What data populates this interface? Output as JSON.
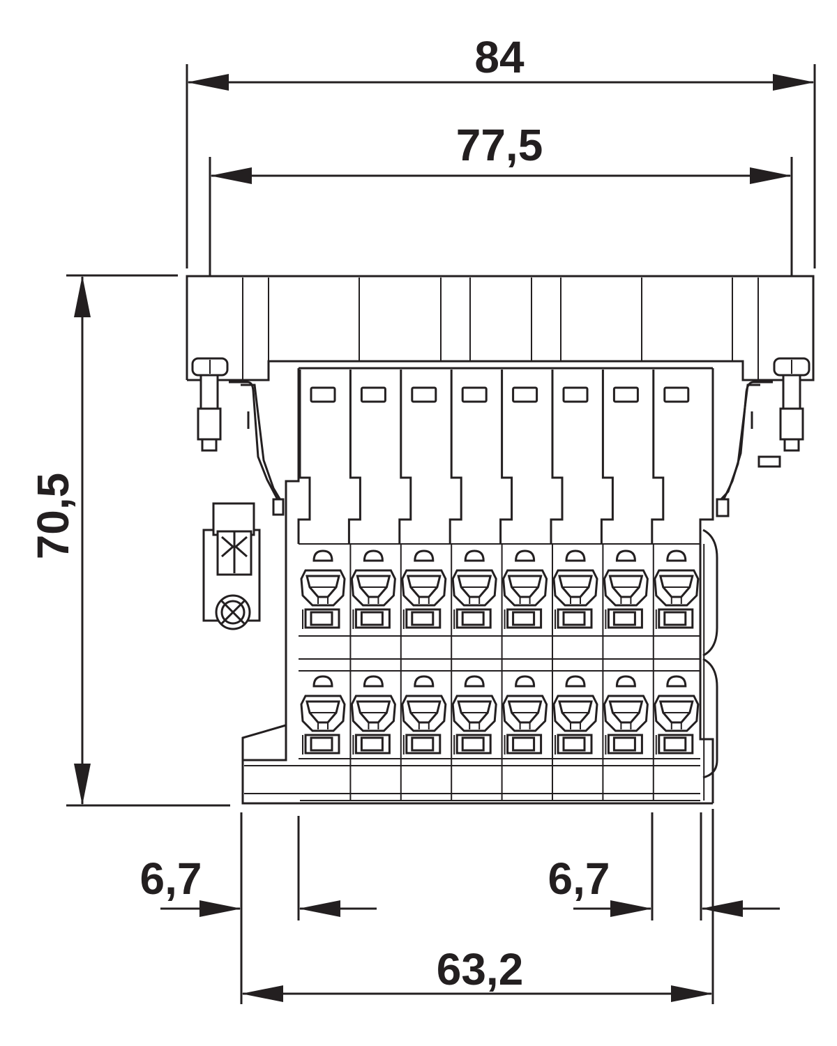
{
  "drawing": {
    "line_color": "#231f20",
    "background": "#ffffff",
    "terminal_count_per_row": 8,
    "terminal_rows": 2
  },
  "dimensions": {
    "overall_width": "84",
    "inner_width": "77,5",
    "height": "70,5",
    "left_offset": "6,7",
    "right_offset": "6,7",
    "base_width": "63,2"
  }
}
